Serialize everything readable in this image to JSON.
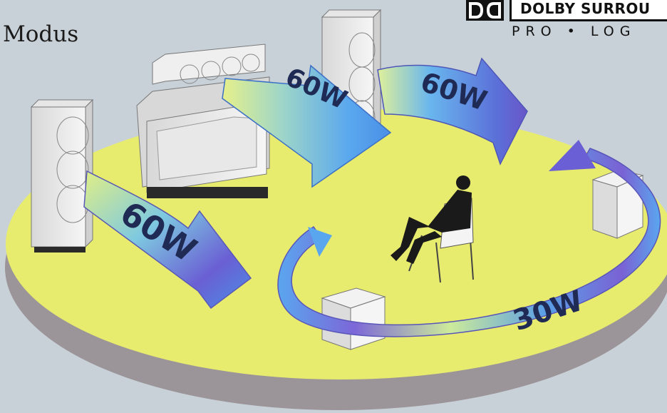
{
  "caption": "Modus",
  "logo": {
    "name": "DOLBY SURROU",
    "sub": "PRO • LOG"
  },
  "watt_labels": {
    "center": "60W",
    "right_front": "60W",
    "left_front": "60W",
    "surround": "30W"
  },
  "colors": {
    "floor": "#e8ec6e",
    "floor_shadow": "#9b9498",
    "arrow_blue": "#4a9ee8",
    "arrow_purple": "#7b63d6",
    "arrow_green": "#cfe98a",
    "speaker": "#f2f2f2"
  }
}
